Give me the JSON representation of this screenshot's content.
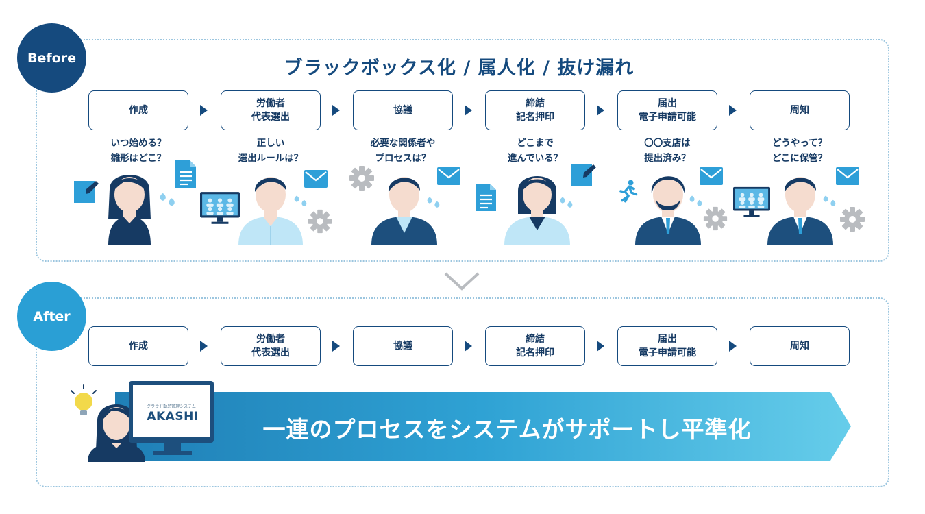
{
  "before": {
    "badge": "Before",
    "headline": "ブラックボックス化 / 属人化 / 抜け漏れ",
    "steps": [
      {
        "line1": "作成",
        "line2": ""
      },
      {
        "line1": "労働者",
        "line2": "代表選出"
      },
      {
        "line1": "協議",
        "line2": ""
      },
      {
        "line1": "締結",
        "line2": "記名押印"
      },
      {
        "line1": "届出",
        "line2": "電子申請可能"
      },
      {
        "line1": "周知",
        "line2": ""
      }
    ],
    "questions": [
      {
        "line1": "いつ始める？",
        "line2": "雛形はどこ？"
      },
      {
        "line1": "正しい",
        "line2": "選出ルールは？"
      },
      {
        "line1": "必要な関係者や",
        "line2": "プロセスは？"
      },
      {
        "line1": "どこまで",
        "line2": "進んでいる？"
      },
      {
        "line1": "〇〇支店は",
        "line2": "提出済み？"
      },
      {
        "line1": "どうやって？",
        "line2": "どこに保管？"
      }
    ]
  },
  "after": {
    "badge": "After",
    "steps": [
      {
        "line1": "作成",
        "line2": ""
      },
      {
        "line1": "労働者",
        "line2": "代表選出"
      },
      {
        "line1": "協議",
        "line2": ""
      },
      {
        "line1": "締結",
        "line2": "記名押印"
      },
      {
        "line1": "届出",
        "line2": "電子申請可能"
      },
      {
        "line1": "周知",
        "line2": ""
      }
    ],
    "monitor_caption": "クラウド勤怠管理システム",
    "monitor_logo": "AKASHI",
    "banner_text": "一連のプロセスをシステムがサポートし平準化"
  },
  "colors": {
    "navy": "#154a7e",
    "light_blue": "#2a9fd5",
    "icon_blue": "#2e9fd8",
    "gray_gear": "#b9bcc0",
    "dotted_border": "#9cc6df"
  }
}
